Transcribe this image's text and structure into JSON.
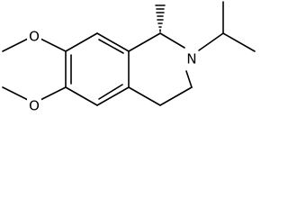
{
  "molecule": {
    "atoms": {
      "o_upper": "O",
      "o_lower": "O",
      "nitrogen": "N"
    },
    "colors": {
      "ink": "#000000",
      "background": "#ffffff"
    }
  }
}
